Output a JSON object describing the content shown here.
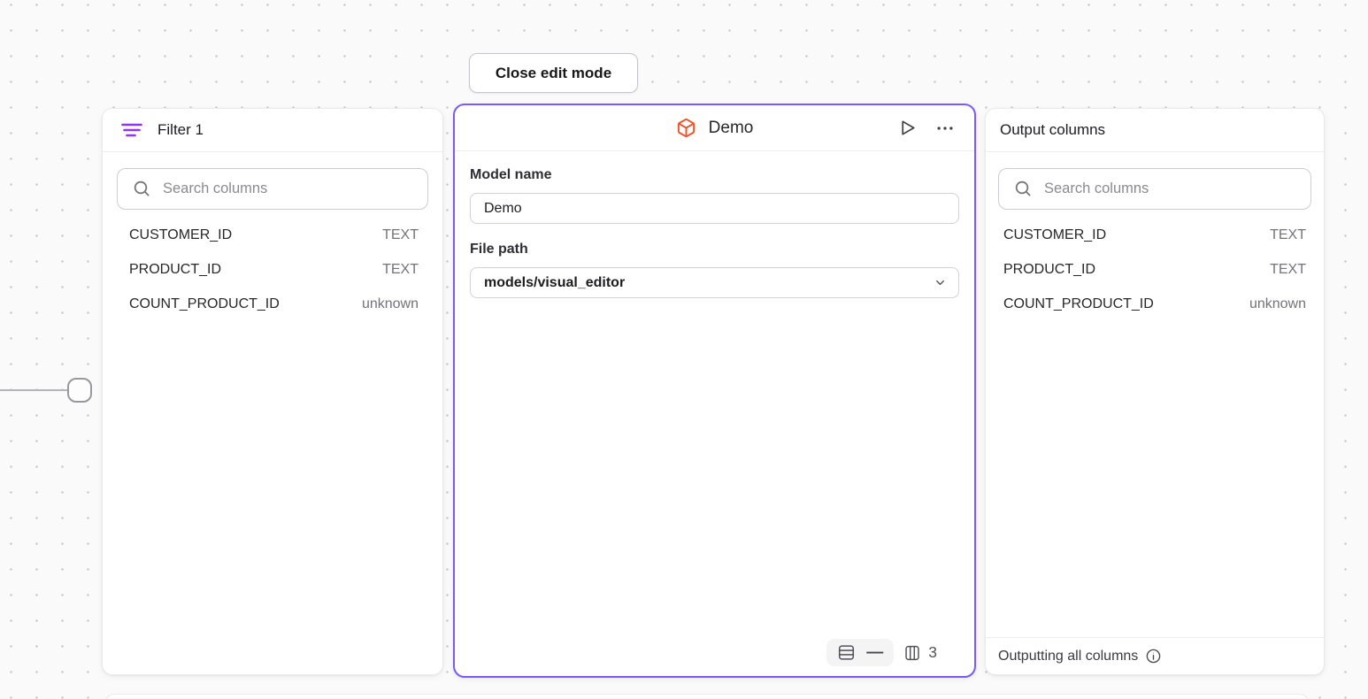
{
  "toolbar": {
    "close_button_label": "Close edit mode"
  },
  "colors": {
    "selected_node_border": "#7a5af8",
    "filter_icon_purple": "#9333ea",
    "model_icon_orange": "#f05328",
    "canvas_dot": "#c7c7cd"
  },
  "filter_panel": {
    "title": "Filter 1",
    "search_placeholder": "Search columns",
    "columns": [
      {
        "name": "CUSTOMER_ID",
        "type": "TEXT"
      },
      {
        "name": "PRODUCT_ID",
        "type": "TEXT"
      },
      {
        "name": "COUNT_PRODUCT_ID",
        "type": "unknown"
      }
    ]
  },
  "model_panel": {
    "title": "Demo",
    "model_name_label": "Model name",
    "model_name_value": "Demo",
    "file_path_label": "File path",
    "file_path_value": "models/visual_editor",
    "footer": {
      "rows_value": "—",
      "columns_count": "3"
    }
  },
  "output_panel": {
    "title": "Output columns",
    "search_placeholder": "Search columns",
    "columns": [
      {
        "name": "CUSTOMER_ID",
        "type": "TEXT"
      },
      {
        "name": "PRODUCT_ID",
        "type": "TEXT"
      },
      {
        "name": "COUNT_PRODUCT_ID",
        "type": "unknown"
      }
    ],
    "footer_text": "Outputting all columns"
  }
}
